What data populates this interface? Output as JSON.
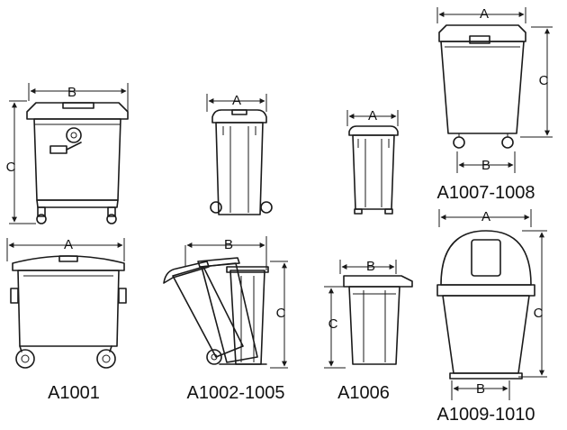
{
  "dimension_labels": {
    "width": "A",
    "height": "C",
    "wheelbase": "B"
  },
  "products": [
    {
      "code": "A1001",
      "dims": [
        "A",
        "B",
        "C"
      ]
    },
    {
      "code": "A1002-1005",
      "dims": [
        "A",
        "B",
        "C"
      ]
    },
    {
      "code": "A1006",
      "dims": [
        "A",
        "B",
        "C"
      ]
    },
    {
      "code": "A1007-1008",
      "dims": [
        "A",
        "B",
        "C"
      ]
    },
    {
      "code": "A1009-1010",
      "dims": [
        "A",
        "B",
        "C"
      ]
    }
  ]
}
